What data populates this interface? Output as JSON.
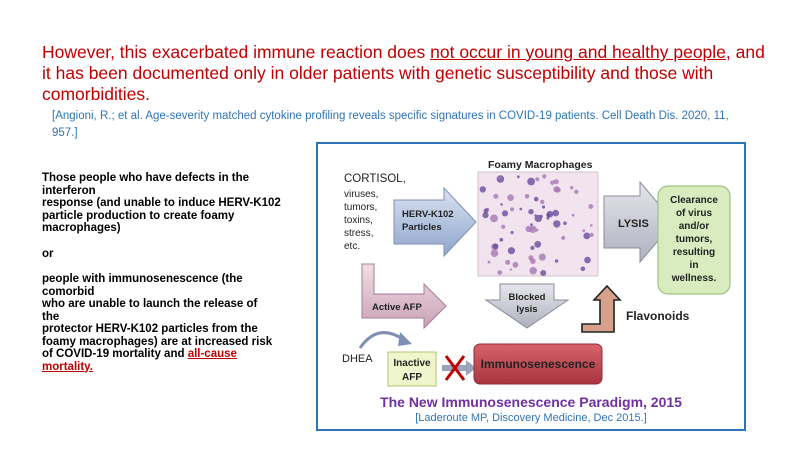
{
  "headline": {
    "part1": "However, this exacerbated immune reaction does ",
    "underlined": "not occur in young and healthy people",
    "part2": ", and it has been documented only in older patients with genetic susceptibility and those with comorbidities."
  },
  "citation": "[Angioni, R.; et al. Age-severity matched cytokine profiling reveals specific signatures in COVID-19 patients. Cell Death Dis. 2020, 11, 957.]",
  "left_text": {
    "line1": "Those people who have defects in the",
    "line2": "interferon",
    "line3": "response (and unable to induce HERV-K102",
    "line4": "particle production to create foamy",
    "line5": "macrophages)",
    "or": "or",
    "line6": "people with immunosenescence (the",
    "line7": "comorbid",
    "line8": "who are unable to launch the release of",
    "line9": "the",
    "line10": "protector HERV-K102 particles from the",
    "line11": "foamy macrophages)  are at increased risk",
    "line12": "of COVID-19 mortality and ",
    "line12_red": "all-cause",
    "line13_red": "mortality."
  },
  "figure": {
    "cortisol_label": "CORTISOL,",
    "stressors": [
      "viruses,",
      "tumors,",
      "toxins,",
      "stress,",
      "etc."
    ],
    "herv_label": [
      "HERV-K102",
      "Particles"
    ],
    "foamy_label": "Foamy Macrophages",
    "lysis_label": "LYSIS",
    "clearance_label": [
      "Clearance",
      "of virus",
      "and/or",
      "tumors,",
      "resulting",
      "in",
      "wellness."
    ],
    "active_afp_label": "Active AFP",
    "blocked_label": [
      "Blocked",
      "lysis"
    ],
    "flavonoids_label": "Flavonoids",
    "dhea_label": "DHEA",
    "inactive_afp_label": [
      "Inactive",
      "AFP"
    ],
    "immunosenescence_label": "Immunosenescence",
    "title": "The New Immunosenescence Paradigm, 2015",
    "reference": "[Laderoute MP, Discovery Medicine, Dec 2015.]",
    "colors": {
      "border": "#2e75b6",
      "title": "#7030a0",
      "clearance_fill": "#d8ecc0",
      "immuno_fill": "#c44b55",
      "cross": "#c00000",
      "arrow_fill": "#a6b8d8"
    }
  }
}
